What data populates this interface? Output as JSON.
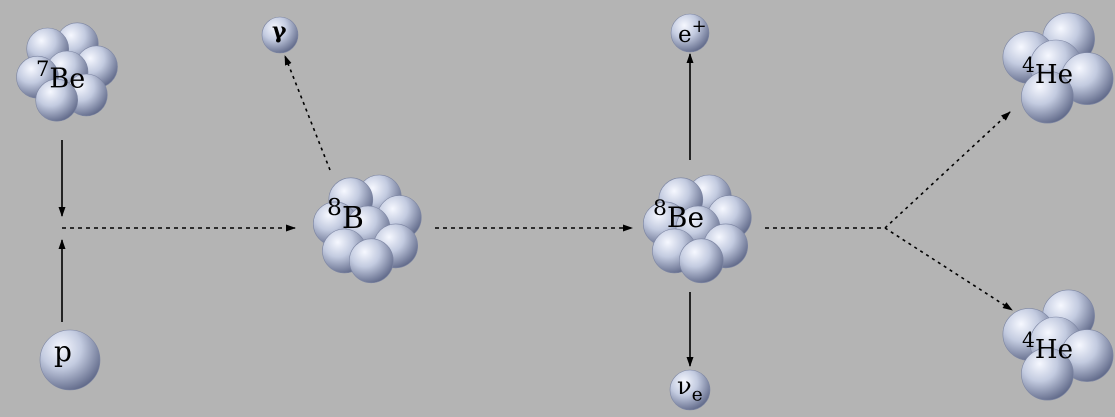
{
  "particles": {
    "be7": {
      "mass": "7",
      "symbol": "Be"
    },
    "p": {
      "symbol": "p"
    },
    "gamma": {
      "symbol": "γ"
    },
    "b8": {
      "mass": "8",
      "symbol": "B"
    },
    "be8": {
      "mass": "8",
      "symbol": "Be"
    },
    "eplus": {
      "symbol": "e",
      "charge": "+"
    },
    "nue": {
      "symbol": "ν",
      "subscript": "e"
    },
    "he4_top": {
      "mass": "4",
      "symbol": "He"
    },
    "he4_bottom": {
      "mass": "4",
      "symbol": "He"
    }
  },
  "colors": {
    "background": "#b4b4b4",
    "nucleon": "#c3cbe0",
    "nucleon_shadow": "#6d7694",
    "arrow": "#000000"
  }
}
